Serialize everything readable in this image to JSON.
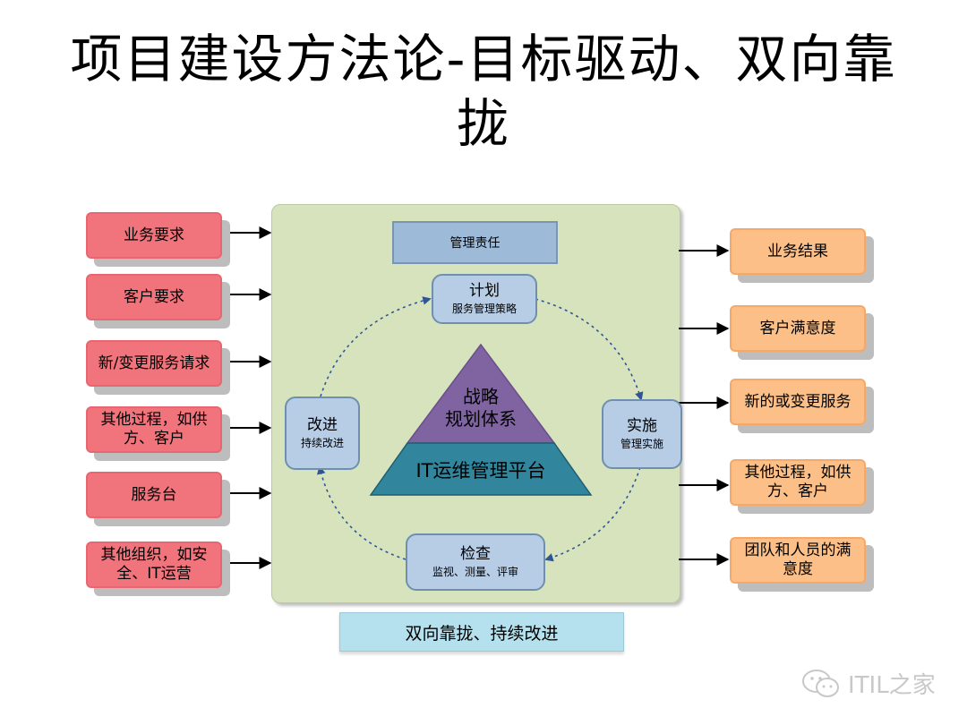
{
  "title": {
    "line1": "项目建设方法论-目标驱动、双向靠",
    "line2": "拢"
  },
  "inputs": [
    {
      "label": "业务要求"
    },
    {
      "label": "客户要求"
    },
    {
      "label": "新/变更服务请求"
    },
    {
      "label_line1": "其他过程，如供",
      "label_line2": "方、客户"
    },
    {
      "label": "服务台"
    },
    {
      "label_line1": "其他组织，如安",
      "label_line2": "全、IT运营"
    }
  ],
  "outputs": [
    {
      "label": "业务结果"
    },
    {
      "label": "客户满意度"
    },
    {
      "label": "新的或变更服务"
    },
    {
      "label_line1": "其他过程，如供",
      "label_line2": "方、客户"
    },
    {
      "label_line1": "团队和人员的满",
      "label_line2": "意度"
    }
  ],
  "center": {
    "responsibility": "管理责任",
    "plan": {
      "title": "计划",
      "subtitle": "服务管理策略"
    },
    "implement": {
      "title": "实施",
      "subtitle": "管理实施"
    },
    "check": {
      "title": "检查",
      "subtitle": "监视、测量、评审"
    },
    "improve": {
      "title": "改进",
      "subtitle": "持续改进"
    },
    "pyramid_top_line1": "战略",
    "pyramid_top_line2": "规划体系",
    "pyramid_base": "IT运维管理平台"
  },
  "bottom_bar": "双向靠拢、持续改进",
  "watermark": "ITIL之家",
  "colors": {
    "input_box": "#f1747c",
    "output_box": "#fbbf87",
    "panel": "#d6e3bc",
    "node": "#b7cde6",
    "pyramid_top": "#8064a2",
    "pyramid_base": "#31859c",
    "bottom_bar": "#b5e1ee"
  }
}
